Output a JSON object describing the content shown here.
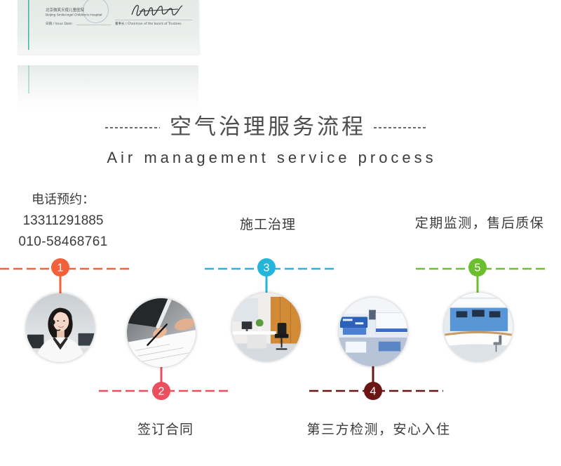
{
  "certificate": {
    "hospital_cn": "北京微笑天使儿童医院",
    "hospital_en": "Beijing SmileAngel Children's Hospital",
    "issue_date_label": "日期 / Issue Date:",
    "chairman_label": "董事长 / Chairman of the board of Trustees",
    "accent_color": "#3bb5a3"
  },
  "header": {
    "title": "空气治理服务流程",
    "subtitle": "Air management service process"
  },
  "steps": [
    {
      "number": "1",
      "color": "#f2613a",
      "label": "电话预约：",
      "phones": [
        "13311291885",
        "010-58468761"
      ]
    },
    {
      "number": "2",
      "color": "#eb4e5c",
      "label": "签订合同"
    },
    {
      "number": "3",
      "color": "#23b6da",
      "label": "施工治理"
    },
    {
      "number": "4",
      "color": "#6b1515",
      "label": "第三方检测，安心入住"
    },
    {
      "number": "5",
      "color": "#6cbf2c",
      "label": "定期监测，售后质保"
    }
  ]
}
